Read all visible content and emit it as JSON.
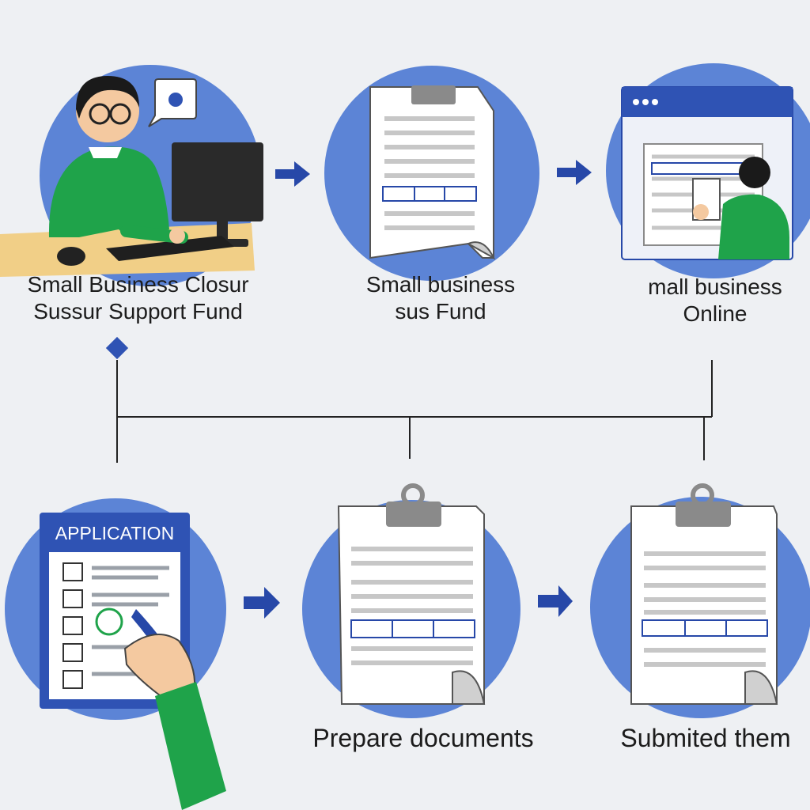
{
  "steps": [
    {
      "line1": "Small Business Closur",
      "line2": "Sussur Support Fund"
    },
    {
      "line1": "Small business",
      "line2": "sus Fund"
    },
    {
      "line1": "mall business",
      "line2": "",
      "line3": "Online"
    },
    {
      "label": "APPLICATION",
      "caption": ""
    },
    {
      "caption": "Prepare documents"
    },
    {
      "caption": "Submited them"
    }
  ],
  "browser": {
    "title": ""
  },
  "colors": {
    "circle": "#5c84d6",
    "arrow": "#2748a8",
    "shirt": "#1fa34a",
    "monitor": "#2a2a2a"
  }
}
